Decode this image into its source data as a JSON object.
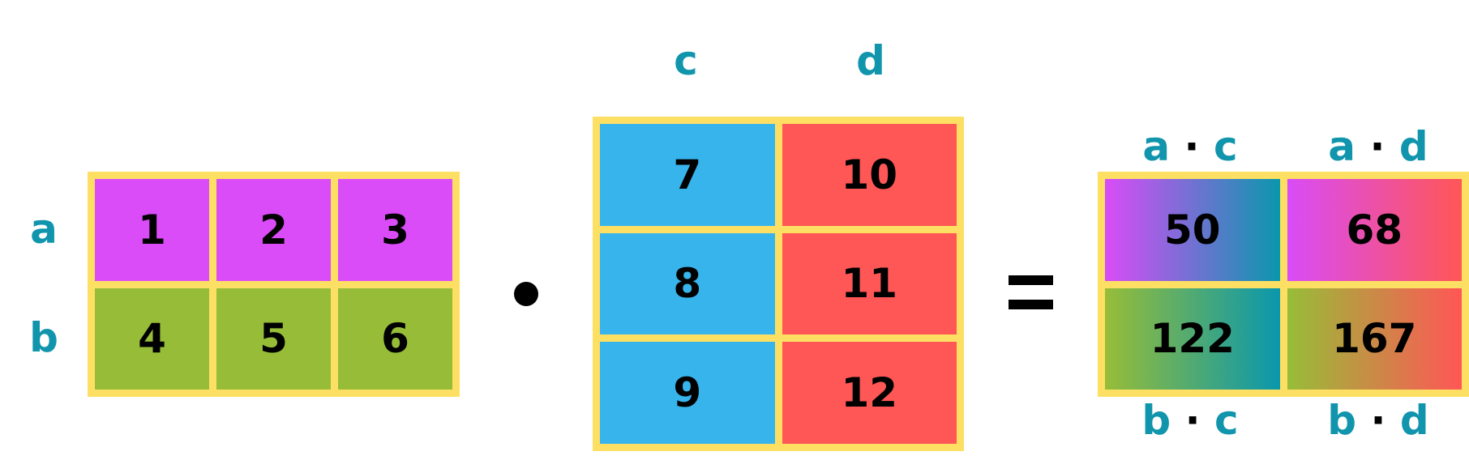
{
  "row_labels": [
    "a",
    "b"
  ],
  "col_labels": [
    "c",
    "d"
  ],
  "matrix_a": {
    "rows": [
      [
        "1",
        "2",
        "3"
      ],
      [
        "4",
        "5",
        "6"
      ]
    ],
    "row_colors": [
      "#d94cf7",
      "#97bd38"
    ]
  },
  "matrix_b": {
    "rows": [
      [
        "7",
        "10"
      ],
      [
        "8",
        "11"
      ],
      [
        "9",
        "12"
      ]
    ],
    "col_colors": [
      "#38b4ec",
      "#ff5656"
    ]
  },
  "result": {
    "rows": [
      [
        "50",
        "68"
      ],
      [
        "122",
        "167"
      ]
    ],
    "top_labels": [
      {
        "left": "a",
        "op": "·",
        "right": "c"
      },
      {
        "left": "a",
        "op": "·",
        "right": "d"
      }
    ],
    "bottom_labels": [
      {
        "left": "b",
        "op": "·",
        "right": "c"
      },
      {
        "left": "b",
        "op": "·",
        "right": "d"
      }
    ]
  },
  "colors": {
    "label": "#1095ad",
    "border": "#fde063",
    "gradient_end": "#0a97ad"
  },
  "operators": {
    "multiply": "dot",
    "equals": "equals-sign"
  }
}
